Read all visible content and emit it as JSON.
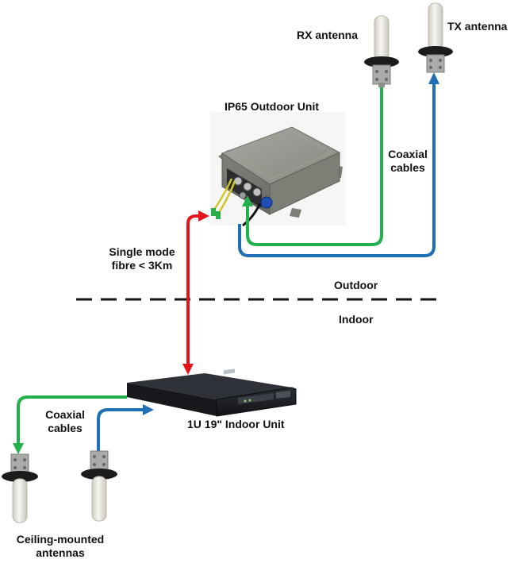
{
  "labels": {
    "rx_antenna": "RX antenna",
    "tx_antenna": "TX antenna",
    "outdoor_unit": "IP65 Outdoor Unit",
    "coax_top_line1": "Coaxial",
    "coax_top_line2": "cables",
    "fibre_line1": "Single mode",
    "fibre_line2": "fibre < 3Km",
    "outdoor": "Outdoor",
    "indoor": "Indoor",
    "coax_bottom_line1": "Coaxial",
    "coax_bottom_line2": "cables",
    "indoor_unit": "1U 19\" Indoor Unit",
    "ceiling_line1": "Ceiling-mounted",
    "ceiling_line2": "antennas"
  },
  "colors": {
    "green_cable": "#22b14c",
    "blue_cable": "#1f6fb5",
    "red_fibre": "#e3151b",
    "divider": "#111111",
    "box_grey": "#8c9187",
    "rack_black": "#1b1d22",
    "antenna_white": "#ecebe3"
  }
}
